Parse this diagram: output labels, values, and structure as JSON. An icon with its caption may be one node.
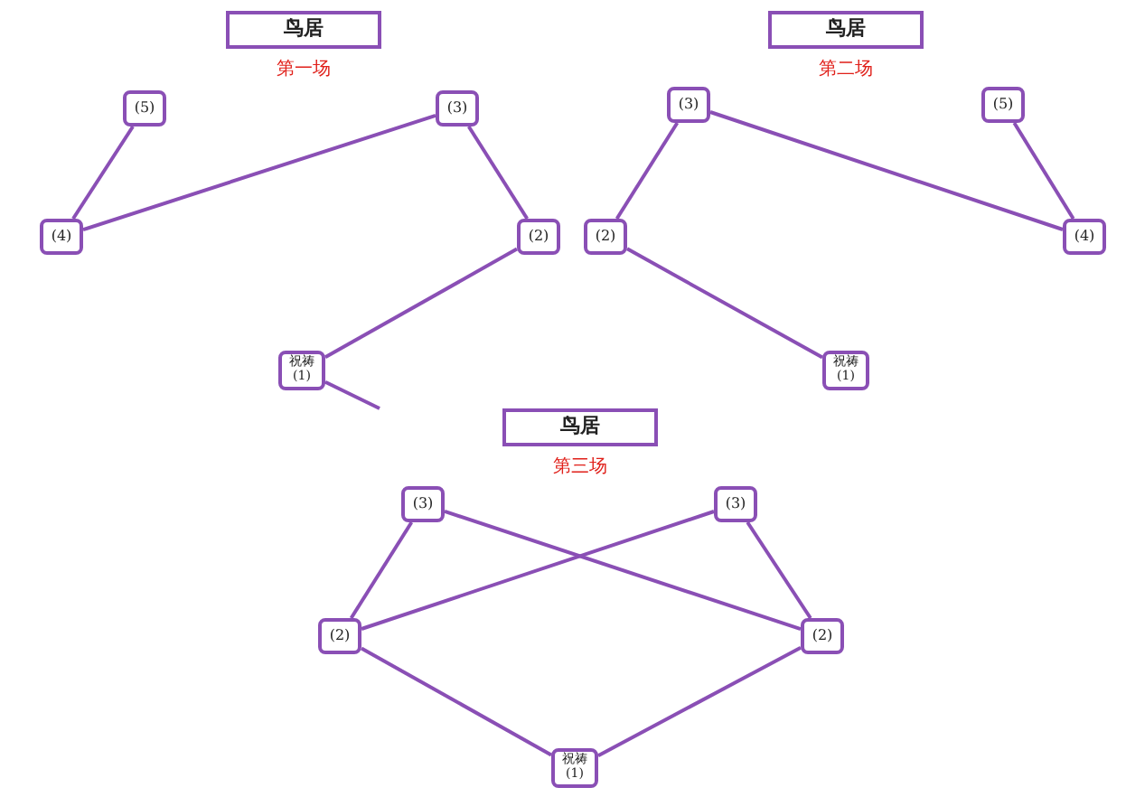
{
  "diagram": {
    "nodes": [
      {
        "text": [
          "鸟居"
        ],
        "beside": [
          "第一场"
        ]
      },
      {
        "text": [
          "(5)"
        ]
      },
      {
        "text": [
          "(3)"
        ]
      },
      {
        "text": [
          "(4)"
        ]
      },
      {
        "text": [
          "(2)"
        ]
      },
      {
        "text": [
          "祝祷",
          "(1)"
        ]
      },
      {
        "text": [
          "鸟居"
        ],
        "beside": [
          "第二场"
        ]
      },
      {
        "text": [
          "(3)"
        ]
      },
      {
        "text": [
          "(5)"
        ]
      },
      {
        "text": [
          "(2)"
        ]
      },
      {
        "text": [
          "(4)"
        ]
      },
      {
        "text": [
          "祝祷",
          "(1)"
        ]
      },
      {
        "text": [
          "鸟居"
        ],
        "beside": [
          "第三场"
        ]
      },
      {
        "text": [
          "(3)"
        ]
      },
      {
        "text": [
          "(3)"
        ]
      },
      {
        "text": [
          "(2)"
        ]
      },
      {
        "text": [
          "(2)"
        ]
      },
      {
        "text": [
          "祝祷",
          "(1)"
        ]
      }
    ],
    "edges": [
      {
        "from": 1,
        "to": 3,
        "arrow": "none"
      },
      {
        "from": 2,
        "to": 3,
        "arrow": "none"
      },
      {
        "from": 2,
        "to": 4,
        "arrow": "none"
      },
      {
        "from": 4,
        "to": 5,
        "arrow": "none"
      },
      {
        "from": 5,
        "to": null,
        "arrow": "none"
      },
      {
        "from": 7,
        "to": 9,
        "arrow": "none"
      },
      {
        "from": 7,
        "to": 10,
        "arrow": "none"
      },
      {
        "from": 8,
        "to": 10,
        "arrow": "none"
      },
      {
        "from": 9,
        "to": 11,
        "arrow": "none"
      },
      {
        "from": 13,
        "to": 15,
        "arrow": "none"
      },
      {
        "from": 13,
        "to": 16,
        "arrow": "none"
      },
      {
        "from": 14,
        "to": 15,
        "arrow": "none"
      },
      {
        "from": 14,
        "to": 16,
        "arrow": "none"
      },
      {
        "from": 15,
        "to": 17,
        "arrow": "none"
      },
      {
        "from": 16,
        "to": 17,
        "arrow": "none"
      }
    ]
  }
}
